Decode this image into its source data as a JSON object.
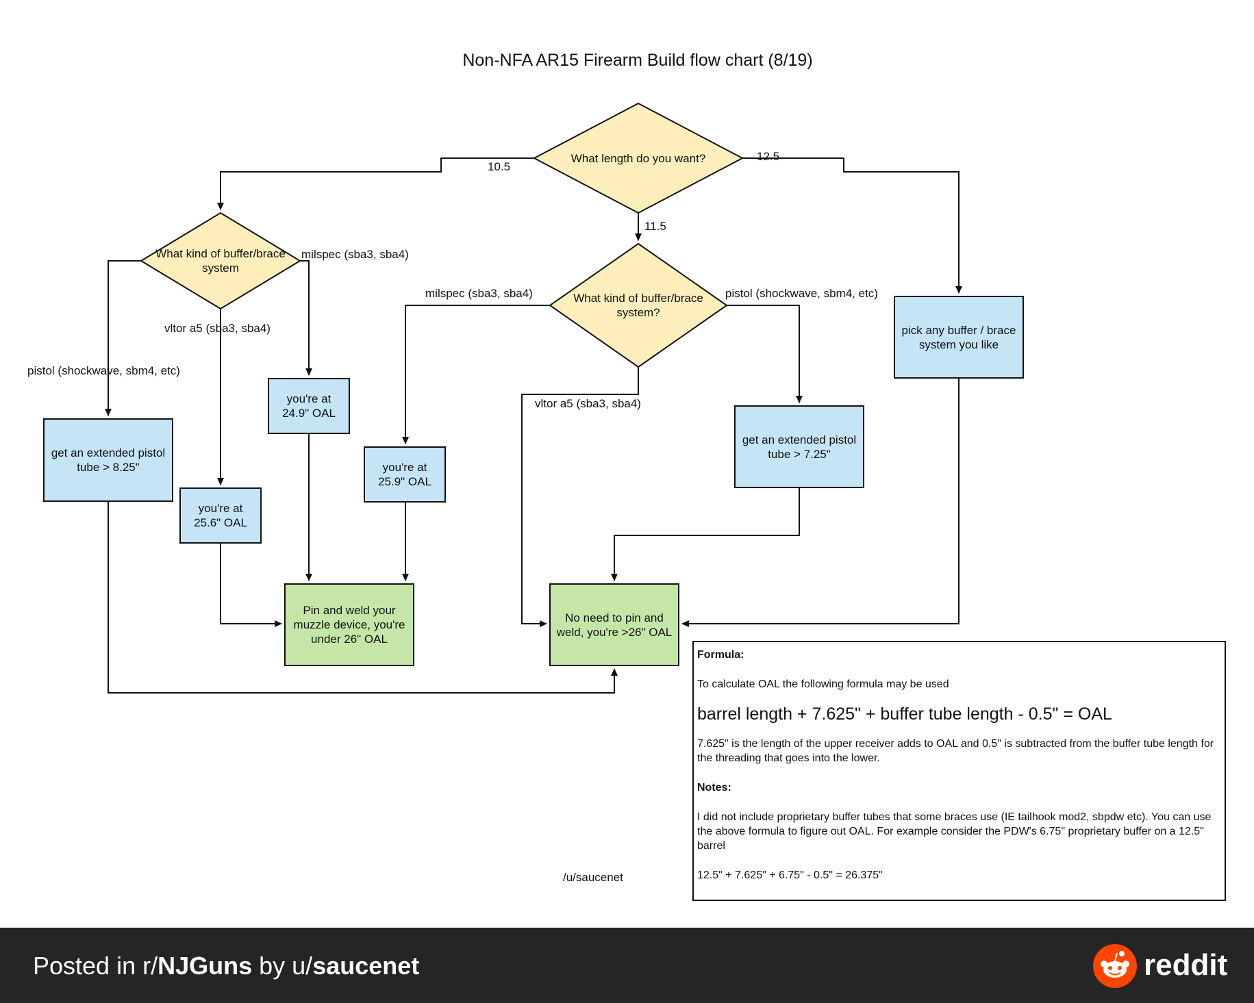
{
  "title": "Non-NFA AR15 Firearm Build flow chart (8/19)",
  "colors": {
    "decision": "#fdeebb",
    "step": "#c5e4f6",
    "end": "#c6e6a8",
    "line": "#111111",
    "footer": "#252525",
    "reddit": "#ff4500"
  },
  "nodes": {
    "q_length": "What length do you want?",
    "q_brace_left": "What kind of buffer/brace system",
    "q_brace_mid": "What kind of buffer/brace system?",
    "pick_any": "pick any buffer / brace system you like",
    "ext_tube_825": "get an extended pistol tube > 8.25\"",
    "at_256": "you're at 25.6\" OAL",
    "at_249": "you're at 24.9\" OAL",
    "at_259": "you're at 25.9\" OAL",
    "ext_tube_725": "get an extended pistol tube > 7.25\"",
    "pin_weld": "Pin and weld your muzzle device, you're under 26\" OAL",
    "no_pin": "No need to pin and weld, you're >26\" OAL"
  },
  "edge_labels": {
    "len_105": "10.5",
    "len_115": "11.5",
    "len_125": "12.5",
    "left_milspec": "milspec (sba3, sba4)",
    "left_vltor": "vltor a5 (sba3, sba4)",
    "left_pistol": "pistol (shockwave, sbm4, etc)",
    "mid_milspec": "milspec (sba3, sba4)",
    "mid_pistol": "pistol (shockwave, sbm4, etc)",
    "mid_vltor": "vltor a5 (sba3, sba4)"
  },
  "formula": {
    "heading": "Formula:",
    "intro": "To calculate OAL the following formula may be used",
    "equation": "barrel length + 7.625\" + buffer tube length - 0.5\" = OAL",
    "explanation": "7.625\" is the length of the upper receiver adds to OAL and 0.5\" is subtracted from the buffer tube length for the threading that goes into the lower.",
    "notes_heading": "Notes:",
    "notes": "I did not include proprietary buffer tubes that some braces use (IE tailhook mod2, sbpdw etc). You can use the above formula to figure out OAL.  For example consider the PDW's 6.75\" proprietary buffer on a 12.5\" barrel",
    "example": "12.5\" + 7.625\" + 6.75\"  -  0.5\" = 26.375\""
  },
  "author": "/u/saucenet",
  "footer": {
    "posted_in": "Posted in r/",
    "subreddit": "NJGuns",
    "by": " by u/",
    "user": "saucenet",
    "brand": "reddit"
  }
}
